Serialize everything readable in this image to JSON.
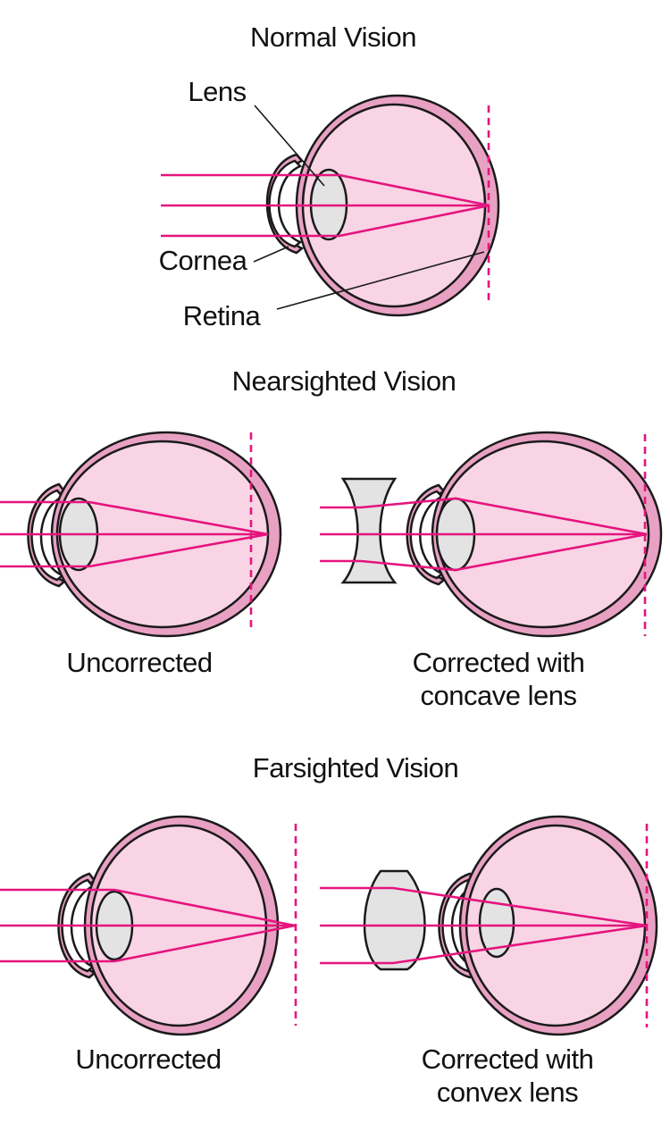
{
  "sections": {
    "normal": {
      "title": "Normal Vision"
    },
    "nearsighted": {
      "title": "Nearsighted Vision",
      "uncorrected_label": "Uncorrected",
      "corrected_label_line1": "Corrected with",
      "corrected_label_line2": "concave lens"
    },
    "farsighted": {
      "title": "Farsighted Vision",
      "uncorrected_label": "Uncorrected",
      "corrected_label_line1": "Corrected with",
      "corrected_label_line2": "convex lens"
    }
  },
  "parts": {
    "lens": "Lens",
    "cornea": "Cornea",
    "retina": "Retina"
  },
  "colors": {
    "ray": "#e5147e",
    "eye_shell": "#e8a1c3",
    "eye_fill": "#f8d4e4",
    "lens_fill": "#e3e3e3"
  }
}
